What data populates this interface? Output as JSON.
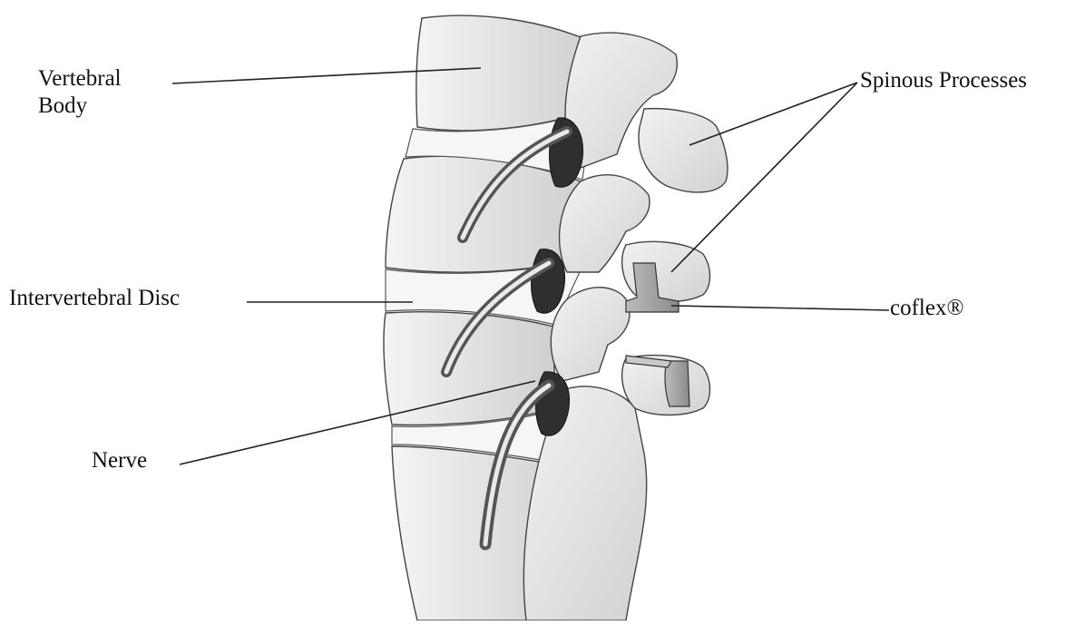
{
  "labels": {
    "vertebral_body_line1": "Vertebral",
    "vertebral_body_line2": "Body",
    "spinous_processes": "Spinous Processes",
    "intervertebral_disc": "Intervertebral Disc",
    "coflex": "coflex®",
    "nerve": "Nerve"
  },
  "colors": {
    "ink": "#222222",
    "bone": "#e6e6e6",
    "bone_shade": "#bdbdbd",
    "foramen": "#2f2f2f",
    "implant": "#9a9a9a"
  }
}
